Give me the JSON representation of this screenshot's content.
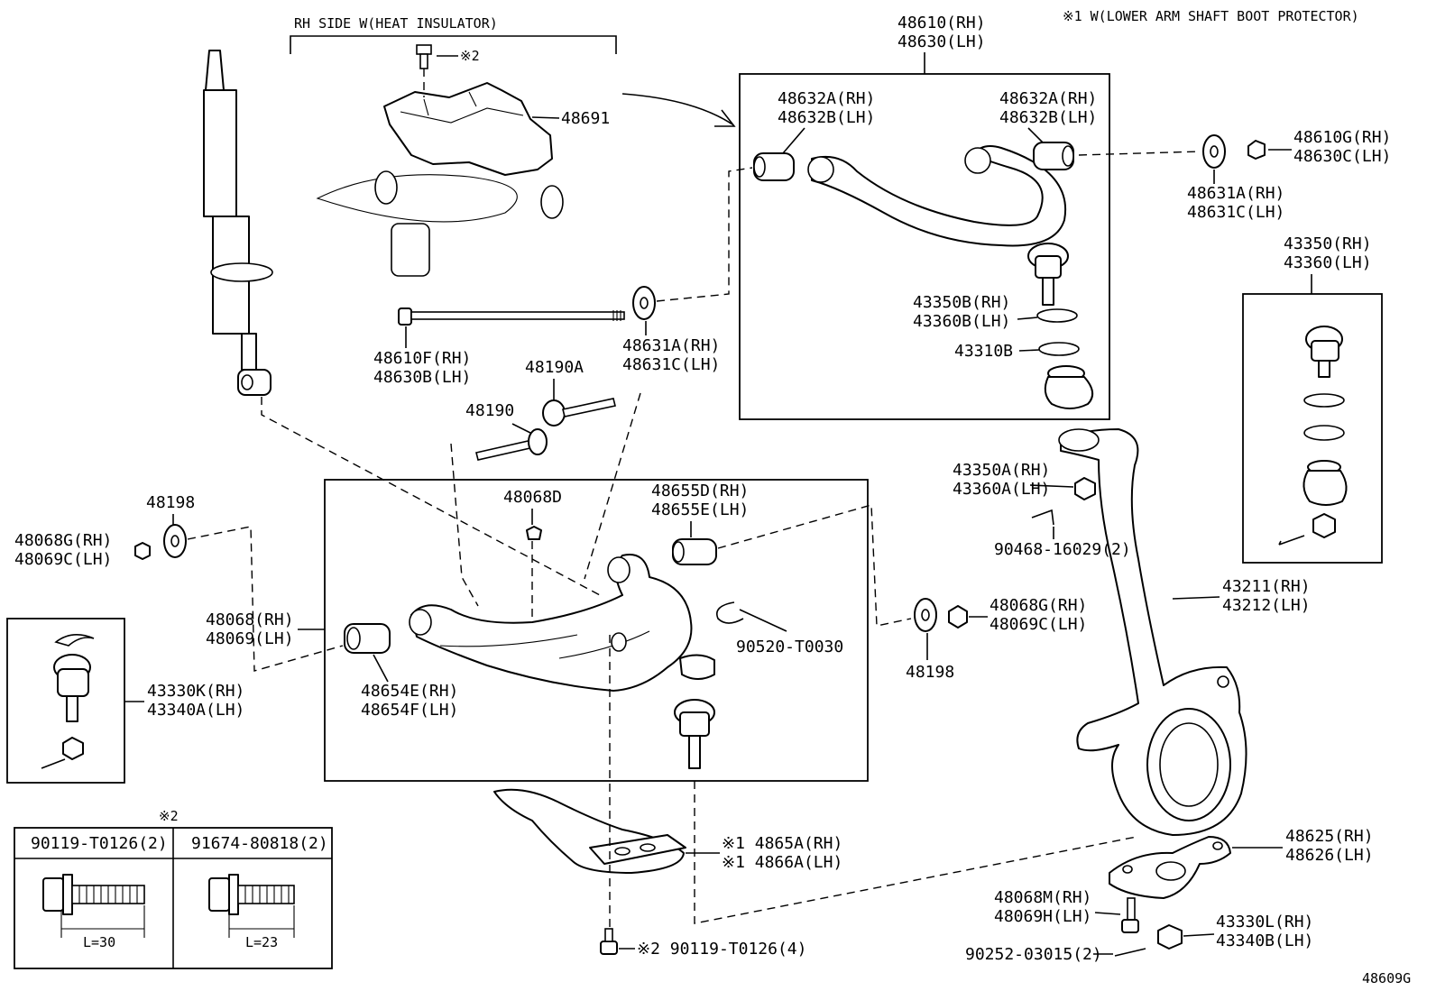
{
  "labels": {
    "rh_side_note": "RH SIDE W(HEAT INSULATOR)",
    "boot_note": "※1 W(LOWER ARM SHAFT BOOT PROTECTOR)",
    "p48691": "48691",
    "p48610_rh": "48610(RH)",
    "p48630_lh": "48630(LH)",
    "p48632a_l": "48632A(RH)",
    "p48632b_l": "48632B(LH)",
    "p48632a_r": "48632A(RH)",
    "p48632b_r": "48632B(LH)",
    "p48610g": "48610G(RH)",
    "p48630c": "48630C(LH)",
    "p48631a_r": "48631A(RH)",
    "p48631c_r": "48631C(LH)",
    "p43350b": "43350B(RH)",
    "p43360b": "43360B(LH)",
    "p43310b": "43310B",
    "p48610f": "48610F(RH)",
    "p48630b": "48630B(LH)",
    "p48631a_l": "48631A(RH)",
    "p48631c_l": "48631C(LH)",
    "p48190a": "48190A",
    "p48190": "48190",
    "p43350": "43350(RH)",
    "p43360": "43360(LH)",
    "p48198_l": "48198",
    "p48068g_l": "48068G(RH)",
    "p48069c_l": "48069C(LH)",
    "p48068d": "48068D",
    "p48655d": "48655D(RH)",
    "p48655e": "48655E(LH)",
    "p43350a": "43350A(RH)",
    "p43360a": "43360A(LH)",
    "p90468": "90468-16029(2)",
    "p48068": "48068(RH)",
    "p48069": "48069(LH)",
    "p43211": "43211(RH)",
    "p43212": "43212(LH)",
    "p48068g_r": "48068G(RH)",
    "p48069c_r": "48069C(LH)",
    "p90520": "90520-T0030",
    "p48198_r": "48198",
    "p48654e": "48654E(RH)",
    "p48654f": "48654F(LH)",
    "p43330k": "43330K(RH)",
    "p43340a": "43340A(LH)",
    "mark2": "※2",
    "mark2_bolt": "※2",
    "table_left_header": "90119-T0126(2)",
    "table_right_header": "91674-80818(2)",
    "len_left": "L=30",
    "len_right": "L=23",
    "p4865a": "※1 4865A(RH)",
    "p4866a": "※1 4866A(LH)",
    "p48625": "48625(RH)",
    "p48626": "48626(LH)",
    "p48068m": "48068M(RH)",
    "p48069h": "48069H(LH)",
    "p43330l": "43330L(RH)",
    "p43340b": "43340B(LH)",
    "p90119_bottom": "※2 90119-T0126(4)",
    "p90252": "90252-03015(2)",
    "figure_code": "48609G"
  }
}
